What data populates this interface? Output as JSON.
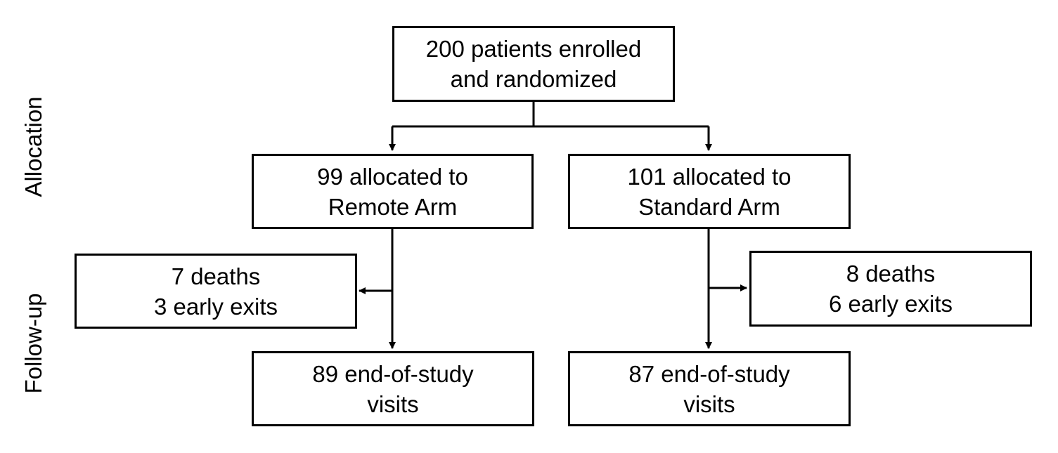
{
  "side_labels": {
    "allocation": "Allocation",
    "follow_up": "Follow-up"
  },
  "boxes": {
    "enrolled": {
      "line1": "200 patients enrolled",
      "line2": "and randomized"
    },
    "remote_alloc": {
      "line1": "99 allocated to",
      "line2": "Remote Arm"
    },
    "standard_alloc": {
      "line1": "101 allocated to",
      "line2": "Standard Arm"
    },
    "remote_exits": {
      "line1": "7 deaths",
      "line2": "3 early exits"
    },
    "standard_exits": {
      "line1": "8 deaths",
      "line2": "6 early exits"
    },
    "remote_end": {
      "line1": "89 end-of-study",
      "line2": "visits"
    },
    "standard_end": {
      "line1": "87 end-of-study",
      "line2": "visits"
    }
  },
  "colors": {
    "line": "#000000",
    "background": "#ffffff"
  }
}
